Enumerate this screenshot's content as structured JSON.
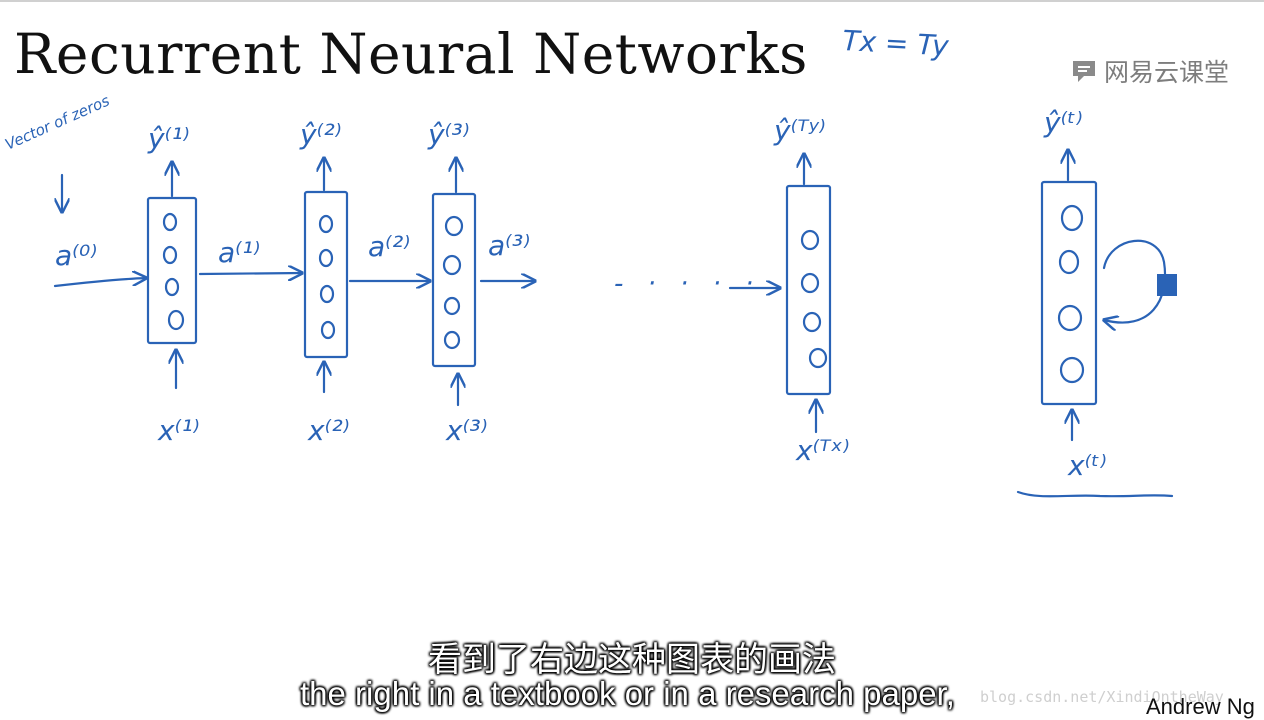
{
  "slide": {
    "title": "Recurrent Neural Networks",
    "author": "Andrew Ng"
  },
  "logo": {
    "text": "网易云课堂",
    "icon": "chat-bubble-icon"
  },
  "annotations": {
    "top_right": "Tx = Ty",
    "note": "Vector of zeros"
  },
  "diagram": {
    "initial_activation": "a⁽⁰⁾",
    "cells": [
      {
        "input": "x⁽¹⁾",
        "output": "ŷ⁽¹⁾",
        "activation_out": "a⁽¹⁾"
      },
      {
        "input": "x⁽²⁾",
        "output": "ŷ⁽²⁾",
        "activation_out": "a⁽²⁾"
      },
      {
        "input": "x⁽³⁾",
        "output": "ŷ⁽³⁾",
        "activation_out": "a⁽³⁾"
      },
      {
        "input": "x⁽ᵀˣ⁾",
        "output": "ŷ⁽ᵀʸ⁾"
      }
    ],
    "recurrent_cell": {
      "input": "x⁽ᵗ⁾",
      "output": "ŷ⁽ᵗ⁾"
    },
    "ellipsis": "- · · · ·"
  },
  "subtitles": {
    "chinese": "看到了右边这种图表的画法",
    "english": "the right in a textbook or in a research paper,"
  },
  "watermark": "blog.csdn.net/XindiOntheWay",
  "colors": {
    "ink": "#2a63b6",
    "title": "#111111",
    "logo": "#7d7d7d"
  }
}
